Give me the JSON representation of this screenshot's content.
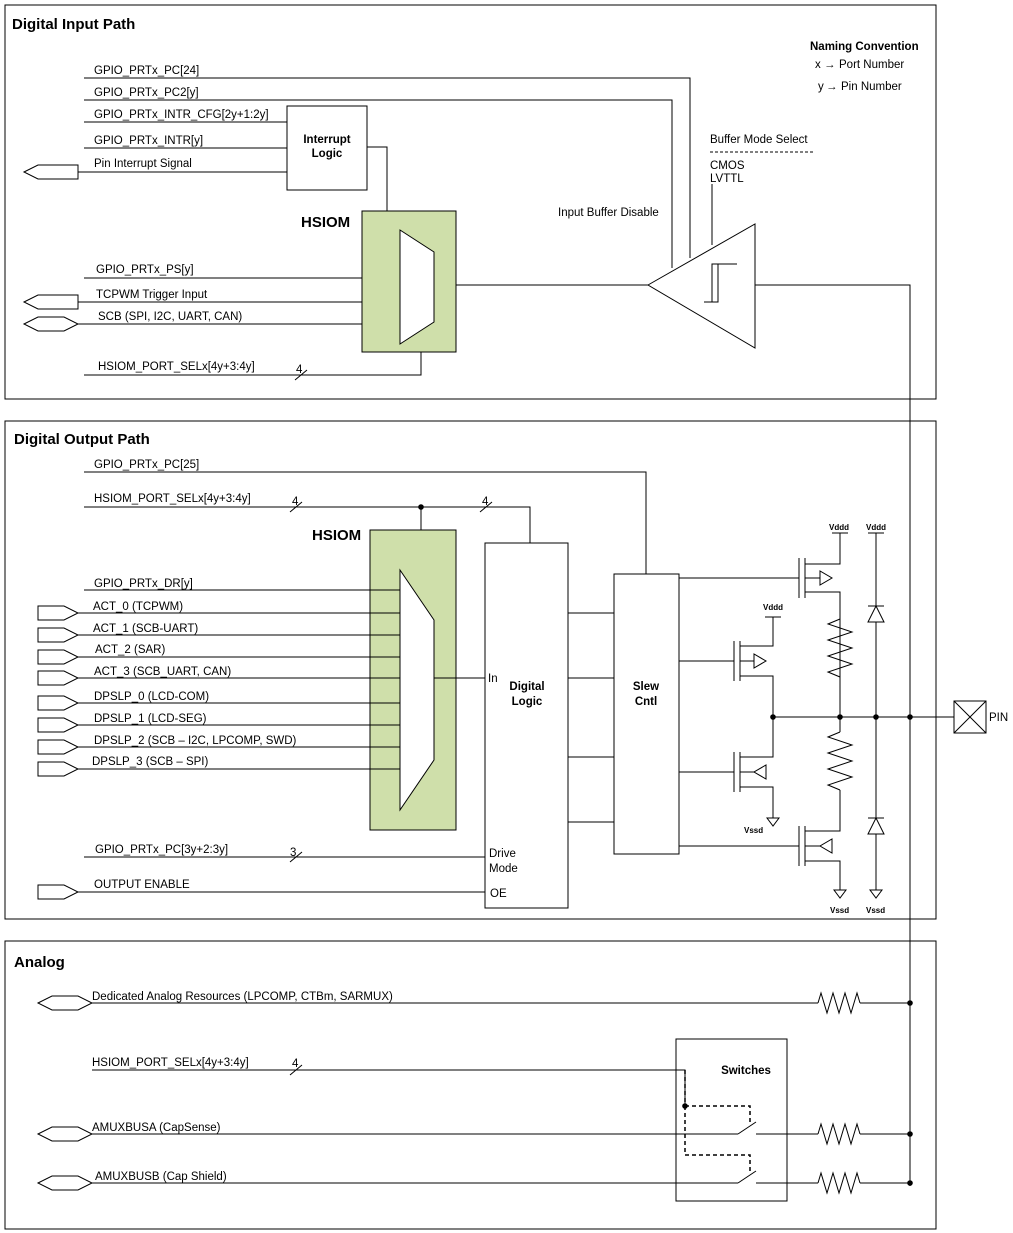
{
  "sections": {
    "input": {
      "title": "Digital Input Path"
    },
    "output": {
      "title": "Digital Output Path"
    },
    "analog": {
      "title": "Analog"
    }
  },
  "naming": {
    "title": "Naming Convention",
    "x": "x",
    "x_desc": "Port Number",
    "y": "y",
    "y_desc": "Pin Number"
  },
  "buffer_mode": {
    "title": "Buffer Mode Select",
    "options": [
      "CMOS",
      "LVTTL"
    ]
  },
  "input_signals": {
    "pc24": "GPIO_PRTx_PC[24]",
    "pc2y": "GPIO_PRTx_PC2[y]",
    "intr_cfg": "GPIO_PRTx_INTR_CFG[2y+1:2y]",
    "intr": "GPIO_PRTx_INTR[y]",
    "pin_int": "Pin Interrupt Signal",
    "ps": "GPIO_PRTx_PS[y]",
    "tcpwm": "TCPWM Trigger Input",
    "scb": "SCB (SPI, I2C, UART, CAN)",
    "sel": "HSIOM_PORT_SELx[4y+3:4y]"
  },
  "input_blocks": {
    "interrupt_logic_1": "Interrupt",
    "interrupt_logic_2": "Logic",
    "hsiom": "HSIOM",
    "input_buffer_disable": "Input Buffer Disable"
  },
  "output_signals": {
    "pc25": "GPIO_PRTx_PC[25]",
    "sel": "HSIOM_PORT_SELx[4y+3:4y]",
    "dr": "GPIO_PRTx_DR[y]",
    "act": [
      "ACT_0 (TCPWM)",
      "ACT_1 (SCB-UART)",
      "ACT_2  (SAR)",
      "ACT_3  (SCB_UART, CAN)",
      "DPSLP_0 (LCD-COM)",
      "DPSLP_1 (LCD-SEG)",
      "DPSLP_2 (SCB – I2C, LPCOMP, SWD)",
      "DPSLP_3 (SCB – SPI)"
    ],
    "pc_drive": "GPIO_PRTx_PC[3y+2:3y]",
    "oe": "OUTPUT ENABLE"
  },
  "output_blocks": {
    "hsiom": "HSIOM",
    "digital_logic_1": "Digital",
    "digital_logic_2": "Logic",
    "in_port": "In",
    "drive_1": "Drive",
    "drive_2": "Mode",
    "oe_port": "OE",
    "slew_1": "Slew",
    "slew_2": "Cntl",
    "vddd": "Vddd",
    "vssd": "Vssd",
    "pin": "PIN"
  },
  "bus_widths": {
    "four": "4",
    "three": "3"
  },
  "analog": {
    "dedicated": "Dedicated Analog Resources (LPCOMP, CTBm, SARMUX)",
    "sel": "HSIOM_PORT_SELx[4y+3:4y]",
    "amuxa": "AMUXBUSA (CapSense)",
    "amuxb": "AMUXBUSB (Cap Shield)",
    "switches": "Switches"
  },
  "colors": {
    "hsiom_fill": "#cfdfaa",
    "line": "#000000",
    "background": "#ffffff"
  }
}
